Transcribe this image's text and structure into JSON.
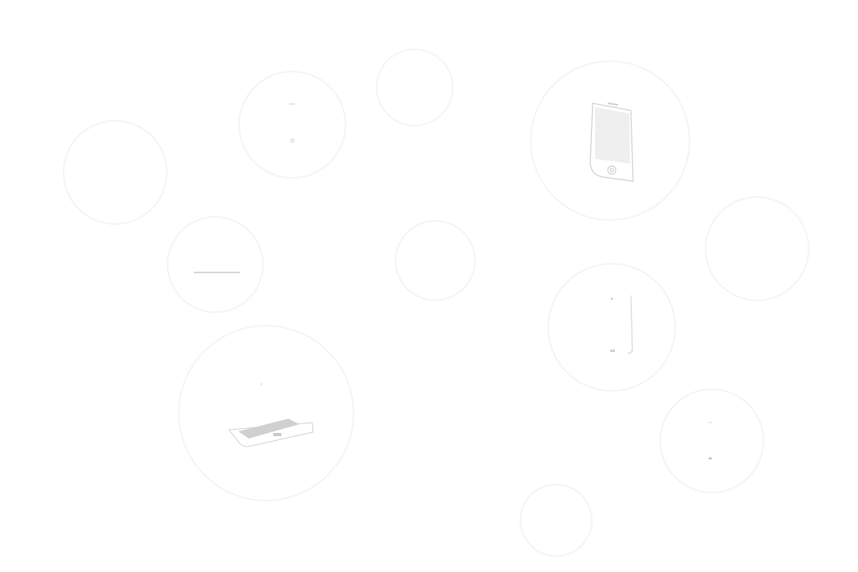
{
  "colors": {
    "background": "#ffffff",
    "circle_stroke": "#f4f4f4",
    "device_stroke": "#cfcfcf",
    "screen_fill": "#efefef",
    "keyboard_fill": "#d0d0d0"
  },
  "illustrations": [
    "smartphone",
    "laptop",
    "tablet"
  ]
}
